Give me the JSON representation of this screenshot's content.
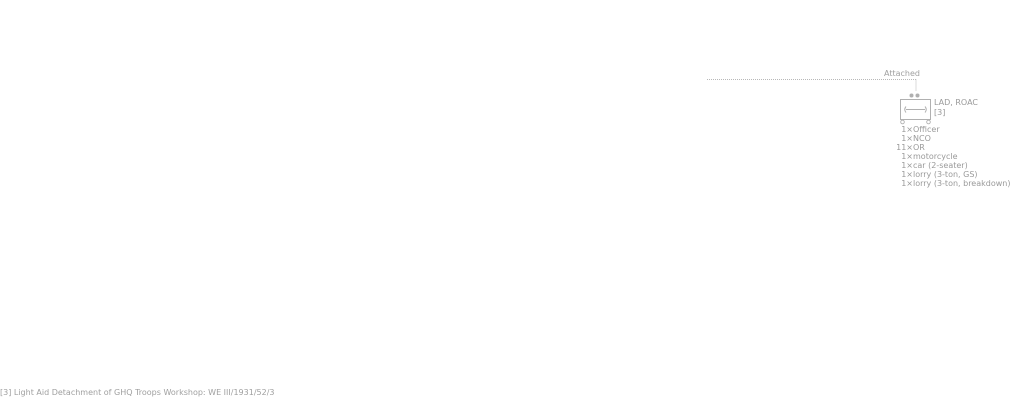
{
  "relationship": {
    "label": "Attached"
  },
  "unit": {
    "name": "LAD, ROAC",
    "footnote_ref": "[3]",
    "symbol_icon": "wrench-repair-icon",
    "holdings": [
      {
        "qty": "1×",
        "item": "Officer"
      },
      {
        "qty": "1×",
        "item": "NCO"
      },
      {
        "qty": "11×",
        "item": "OR"
      },
      {
        "qty": "1×",
        "item": "motorcycle"
      },
      {
        "qty": "1×",
        "item": "car (2-seater)"
      },
      {
        "qty": "1×",
        "item": "lorry (3-ton, GS)"
      },
      {
        "qty": "1×",
        "item": "lorry (3-ton, breakdown)"
      }
    ]
  },
  "footnote": {
    "text": "[3] Light Aid Detachment of GHQ Troops Workshop: WE III/1931/52/3"
  },
  "colors": {
    "line": "#b4b4b4",
    "text": "#9a9a9a"
  }
}
